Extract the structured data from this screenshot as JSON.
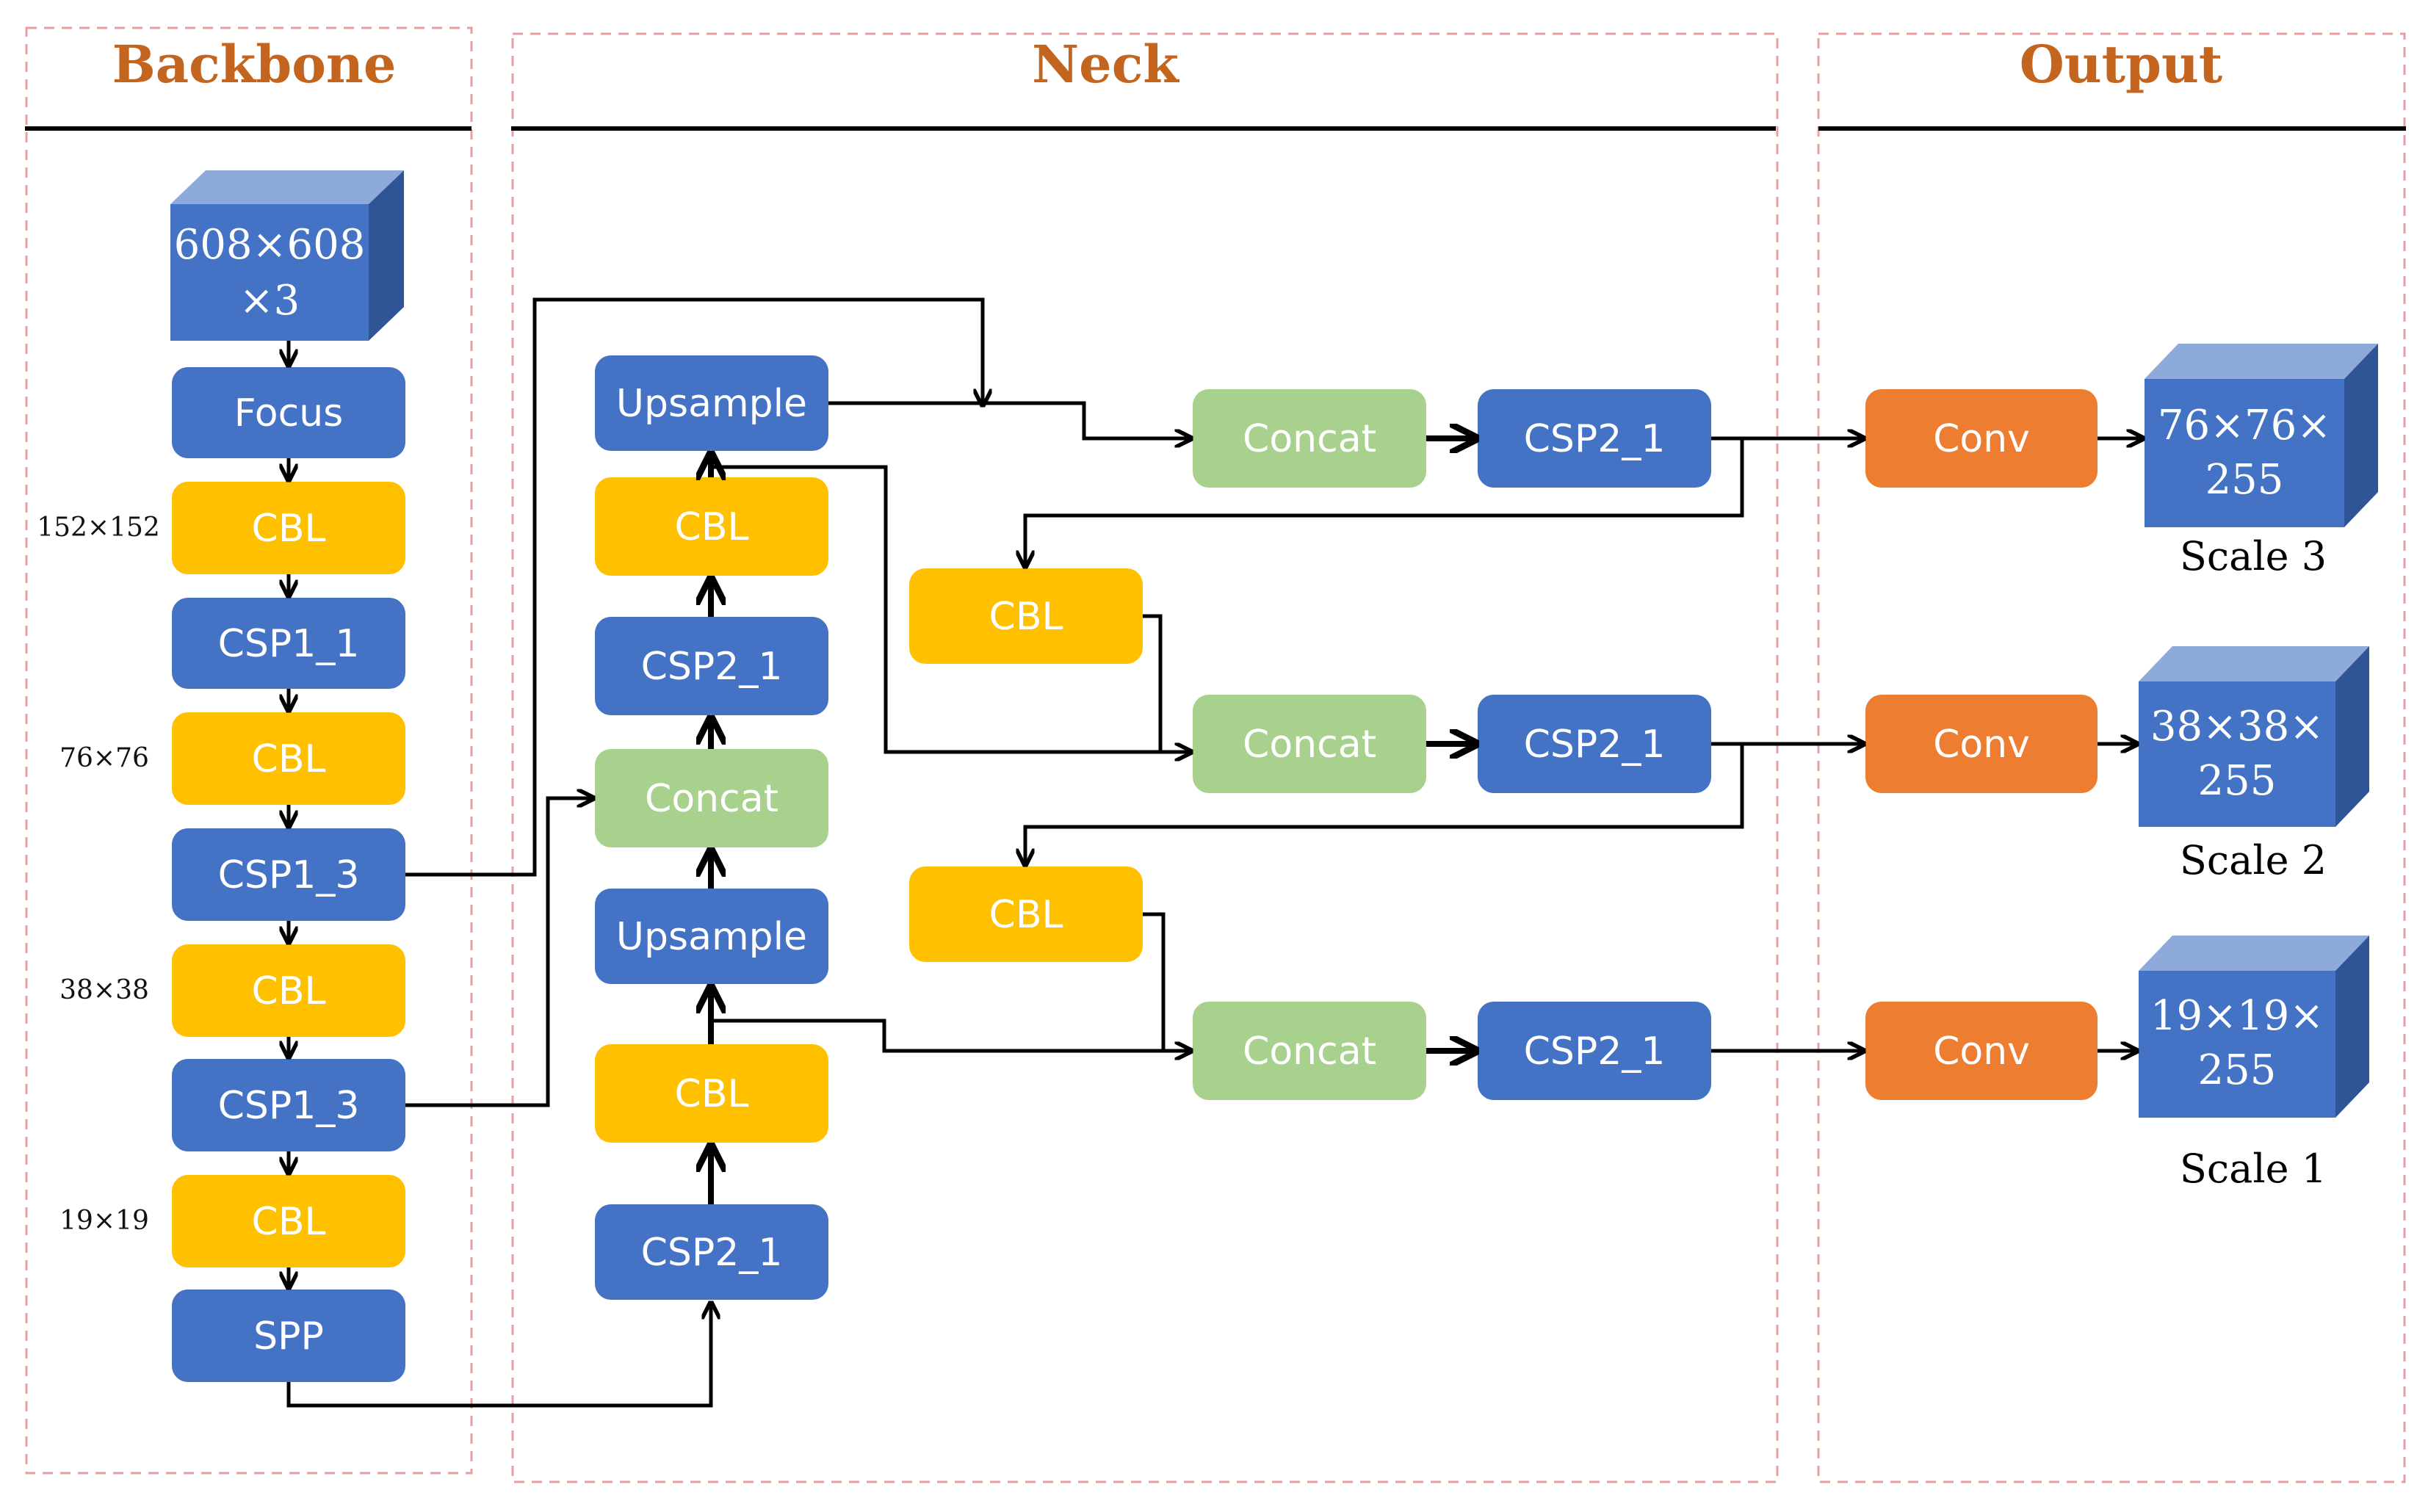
{
  "colors": {
    "blue": "#4472c4",
    "yellow": "#ffc000",
    "green": "#a9d18e",
    "orange": "#ed7d31",
    "title": "#c4651f"
  },
  "sections": {
    "backbone": "Backbone",
    "neck": "Neck",
    "output": "Output"
  },
  "backbone": {
    "input_line1": "608×608",
    "input_line2": "×3",
    "blocks": [
      "Focus",
      "CBL",
      "CSP1_1",
      "CBL",
      "CSP1_3",
      "CBL",
      "CSP1_3",
      "CBL",
      "SPP"
    ],
    "dims": [
      "152×152",
      "76×76",
      "38×38",
      "19×19"
    ]
  },
  "neck": {
    "column": [
      "Upsample",
      "CBL",
      "CSP2_1",
      "Concat",
      "Upsample",
      "CBL",
      "CSP2_1"
    ],
    "mid_cbl": [
      "CBL",
      "CBL"
    ],
    "concat": [
      "Concat",
      "Concat",
      "Concat"
    ],
    "csp": [
      "CSP2_1",
      "CSP2_1",
      "CSP2_1"
    ]
  },
  "output": {
    "conv": [
      "Conv",
      "Conv",
      "Conv"
    ],
    "cubes": [
      {
        "line1": "76×76×",
        "line2": "255",
        "scale": "Scale 3"
      },
      {
        "line1": "38×38×",
        "line2": "255",
        "scale": "Scale 2"
      },
      {
        "line1": "19×19×",
        "line2": "255",
        "scale": "Scale 1"
      }
    ]
  }
}
